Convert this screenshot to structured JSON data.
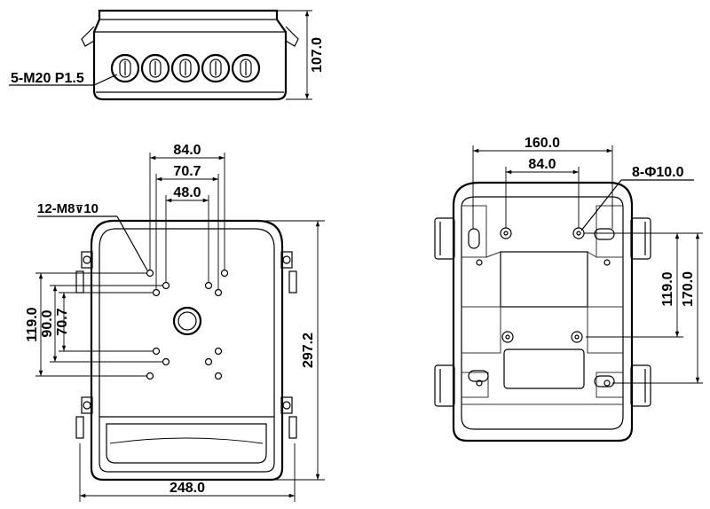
{
  "top_view": {
    "thread_label": "5-M20 P1.5",
    "height_dim": "107.0"
  },
  "front_view": {
    "dim_84": "84.0",
    "dim_70_7_top": "70.7",
    "dim_48": "48.0",
    "bolt_label": "12-M8",
    "bolt_depth": "10",
    "dim_119": "119.0",
    "dim_90": "90.0",
    "dim_70_7_side": "70.7",
    "dim_297_2": "297.2",
    "dim_248": "248.0"
  },
  "back_view": {
    "dim_160": "160.0",
    "dim_84": "84.0",
    "hole_label": "8-Φ10.0",
    "dim_119": "119.0",
    "dim_170": "170.0"
  }
}
